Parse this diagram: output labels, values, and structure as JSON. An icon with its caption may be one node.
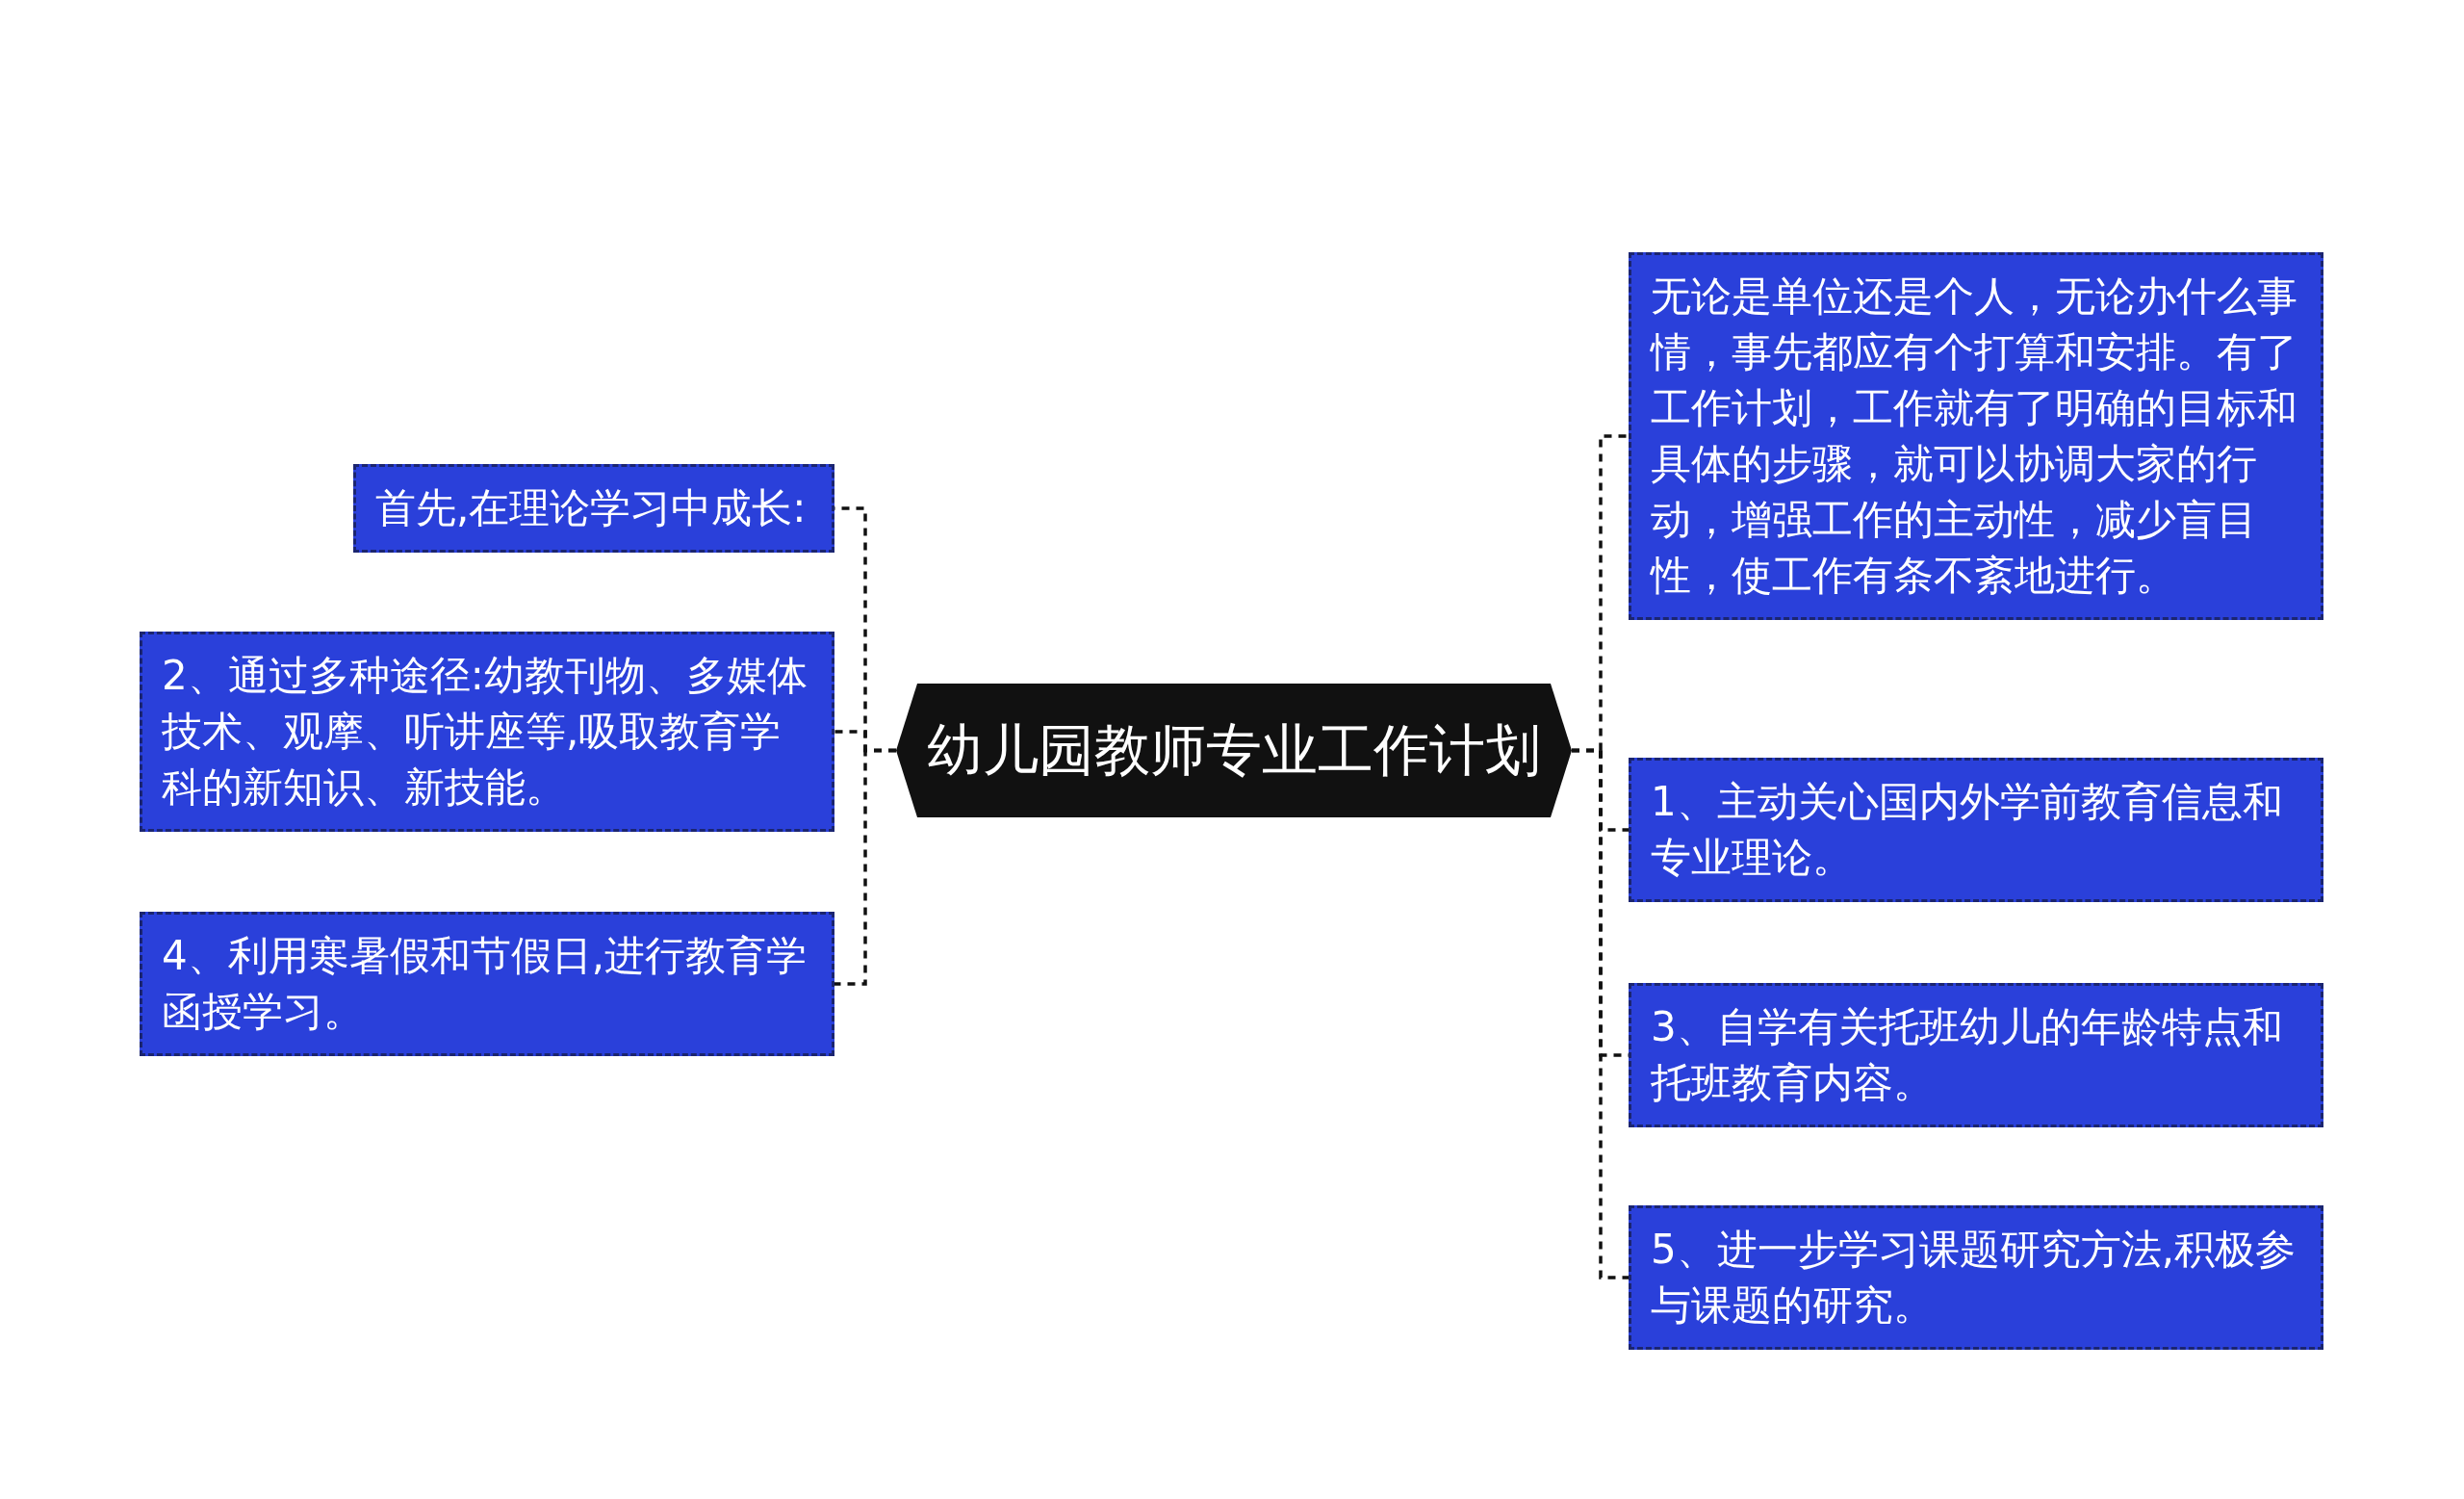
{
  "diagram": {
    "nodes": [
      {
        "text": [
          "幼儿园教师专业工作计划"
        ]
      },
      {
        "text": [
          "首先,在理论学习中成长:"
        ]
      },
      {
        "text": [
          "2、通过多种途径:幼教刊物、多媒体技术、观摩、听讲座等,吸取教育学科的新知识、新技能。"
        ]
      },
      {
        "text": [
          "4、利用寒暑假和节假日,进行教育学函授学习。"
        ]
      },
      {
        "text": [
          "无论是单位还是个人，无论办什么事情，事先都应有个打算和安排。有了工作计划，工作就有了明确的目标和具体的步骤，就可以协调大家的行动，增强工作的主动性，减少盲目性，使工作有条不紊地进行。"
        ]
      },
      {
        "text": [
          "1、主动关心国内外学前教育信息和专业理论。"
        ]
      },
      {
        "text": [
          "3、自学有关托班幼儿的年龄特点和托班教育内容。"
        ]
      },
      {
        "text": [
          "5、进一步学习课题研究方法,积极参与课题的研究。"
        ]
      }
    ],
    "edges": [
      {
        "from": 0,
        "to": 1,
        "arrow": "none"
      },
      {
        "from": 0,
        "to": 2,
        "arrow": "none"
      },
      {
        "from": 0,
        "to": 3,
        "arrow": "none"
      },
      {
        "from": 0,
        "to": 4,
        "arrow": "none"
      },
      {
        "from": 0,
        "to": 5,
        "arrow": "none"
      },
      {
        "from": 0,
        "to": 6,
        "arrow": "none"
      },
      {
        "from": 0,
        "to": 7,
        "arrow": "none"
      }
    ]
  }
}
